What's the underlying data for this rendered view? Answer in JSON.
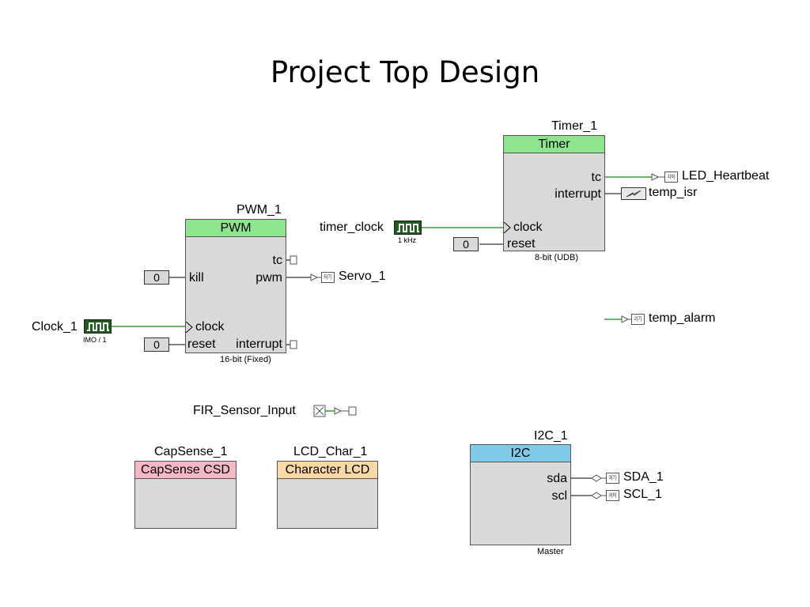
{
  "title": "Project Top Design",
  "timer": {
    "instance": "Timer_1",
    "header": "Timer",
    "header_color": "#8de58d",
    "pins": {
      "tc": "tc",
      "interrupt": "interrupt",
      "clock": "clock",
      "reset": "reset"
    },
    "footer": "8-bit (UDB)",
    "reset_value": "0",
    "clock_label": "timer_clock",
    "clock_freq": "1 kHz"
  },
  "pwm": {
    "instance": "PWM_1",
    "header": "PWM",
    "header_color": "#8de58d",
    "pins": {
      "tc": "tc",
      "kill": "kill",
      "pwm": "pwm",
      "clock": "clock",
      "reset": "reset",
      "interrupt": "interrupt"
    },
    "footer": "16-bit (Fixed)",
    "kill_value": "0",
    "reset_value": "0",
    "clock_label": "Clock_1",
    "clock_freq": "IMO / 1"
  },
  "outputs": {
    "led": {
      "tag": "1[6]",
      "label": "LED_Heartbeat"
    },
    "isr": {
      "label": "temp_isr"
    },
    "servo": {
      "tag": "5[7]",
      "label": "Servo_1"
    },
    "alarm": {
      "tag": "2[7]",
      "label": "temp_alarm"
    }
  },
  "fir": {
    "label": "FIR_Sensor_Input"
  },
  "capsense": {
    "instance": "CapSense_1",
    "header": "CapSense CSD",
    "header_color": "#f5b8c4"
  },
  "lcd": {
    "instance": "LCD_Char_1",
    "header": "Character LCD",
    "header_color": "#f9d9a5"
  },
  "i2c": {
    "instance": "I2C_1",
    "header": "I2C",
    "header_color": "#7fcae6",
    "pins": {
      "sda": "sda",
      "scl": "scl"
    },
    "footer": "Master",
    "sda": {
      "tag": "3[7]",
      "label": "SDA_1"
    },
    "scl": {
      "tag": "3[6]",
      "label": "SCL_1"
    }
  },
  "colors": {
    "wire_green": "#3a9a3a",
    "block_fill": "#d9d9d9"
  }
}
